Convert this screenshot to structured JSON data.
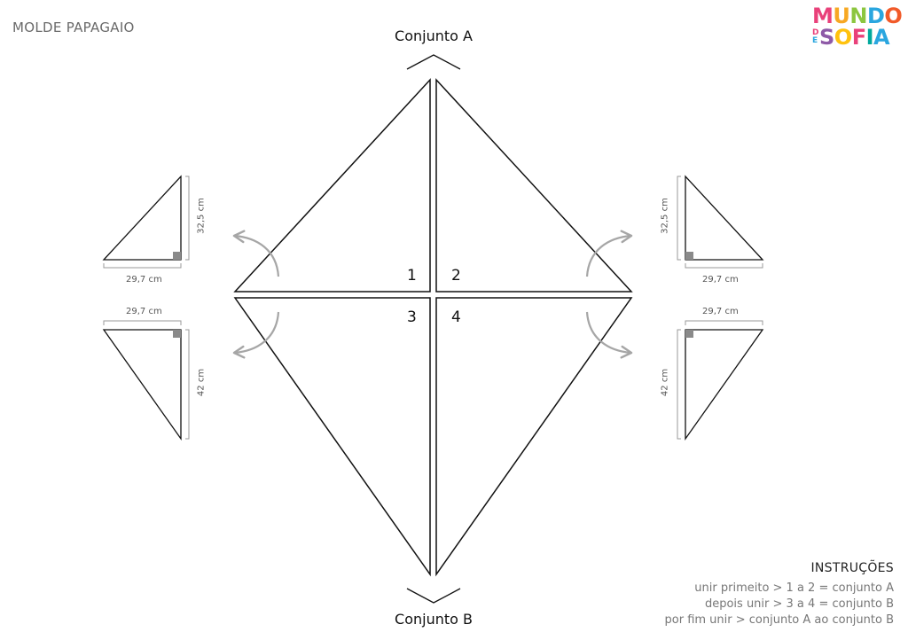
{
  "page_title": "MOLDE PAPAGAIO",
  "logo": {
    "line1": [
      "M",
      "U",
      "N",
      "D",
      "O"
    ],
    "line2_small": [
      "D",
      "E"
    ],
    "line2": [
      "S",
      "O",
      "F",
      "I",
      "A"
    ],
    "colors": {
      "line1": [
        "#e9417a",
        "#f7a823",
        "#8cc63f",
        "#2aa6df",
        "#f15a29"
      ],
      "line2_small": [
        "#e9417a",
        "#2aa6df"
      ],
      "line2": [
        "#8e5aa7",
        "#ffc20e",
        "#e9417a",
        "#00a99d",
        "#2aa6df"
      ]
    }
  },
  "set_a_label": "Conjunto A",
  "set_b_label": "Conjunto B",
  "pieces": [
    "1",
    "2",
    "3",
    "4"
  ],
  "dimensions": {
    "top_left_width": "29,7 cm",
    "top_left_height": "32,5 cm",
    "bottom_left_width": "29,7 cm",
    "bottom_left_height": "42 cm",
    "top_right_width": "29,7 cm",
    "top_right_height": "32,5 cm",
    "bottom_right_width": "29,7 cm",
    "bottom_right_height": "42 cm"
  },
  "instructions": {
    "title": "INSTRUÇÕES",
    "lines": [
      "unir primeito > 1 a 2 = conjunto A",
      "depois unir > 3 a 4 = conjunto B",
      "por fim unir > conjunto A ao conjunto B"
    ]
  },
  "colors": {
    "line": "#111111",
    "arrow": "#a6a6a6",
    "dim_line": "#9a9a9a",
    "corner_mark": "#8a8a8a"
  }
}
